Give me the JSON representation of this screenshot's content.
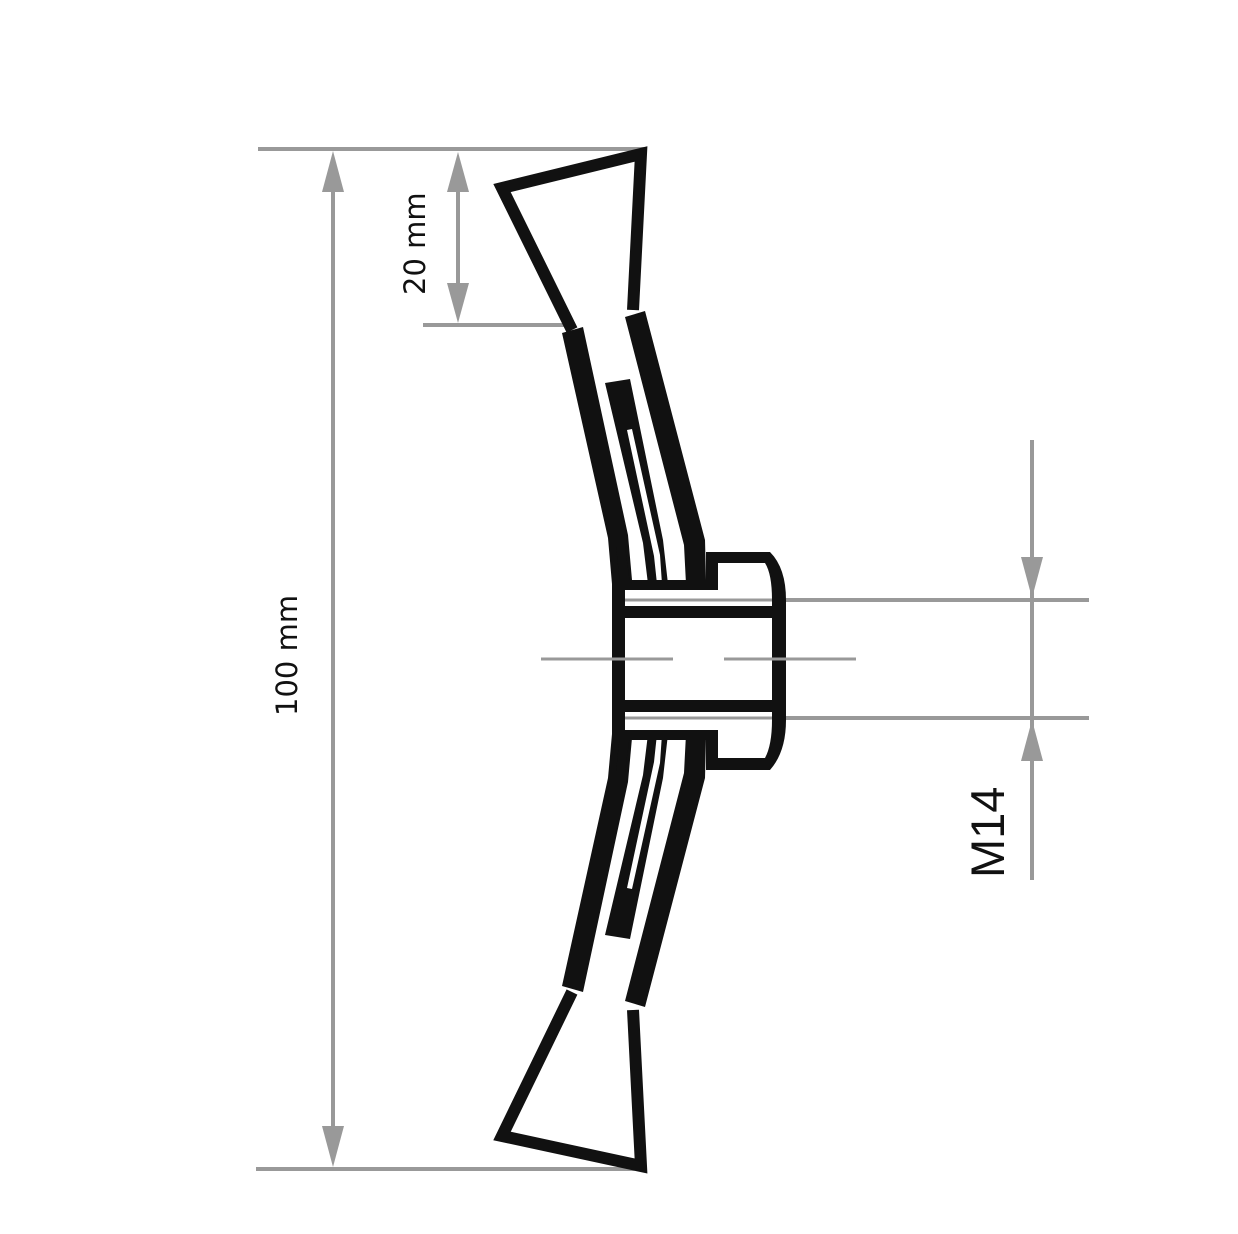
{
  "drawing": {
    "title": "Wire cup brush dimension drawing",
    "colors": {
      "part": "#111111",
      "dimension_lines": "#999999",
      "background": "#ffffff"
    },
    "dimensions": {
      "overall_diameter": {
        "label": "100 mm",
        "value": 100,
        "unit": "mm"
      },
      "filament_length": {
        "label": "20 mm",
        "value": 20,
        "unit": "mm"
      },
      "thread": {
        "label": "M14"
      }
    }
  }
}
